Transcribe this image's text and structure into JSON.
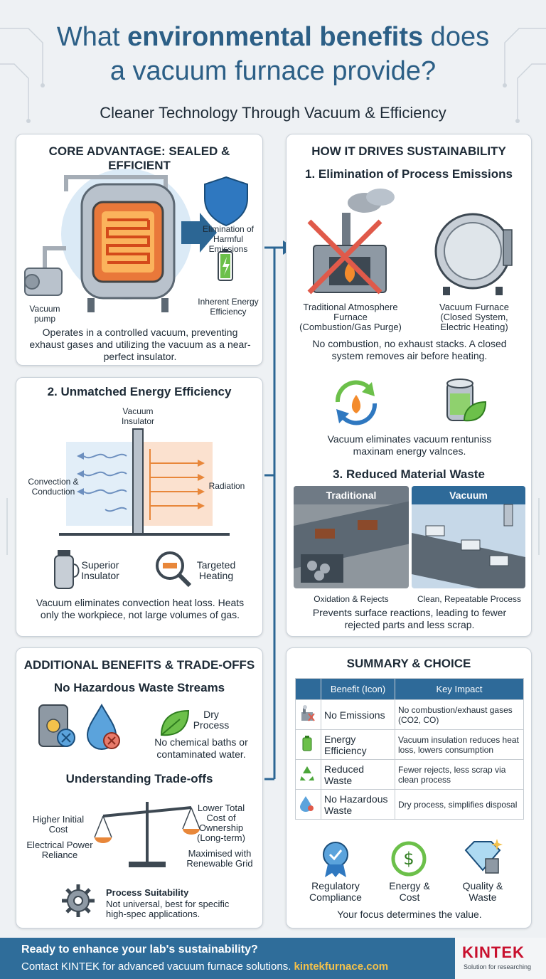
{
  "title": {
    "line1_prefix": "What ",
    "line1_bold": "environmental benefits",
    "line1_suffix": " does",
    "line2": "a vacuum furnace provide?"
  },
  "subtitle": "Cleaner Technology Through Vacuum & Efficiency",
  "core": {
    "title": "CORE ADVANTAGE: SEALED & EFFICIENT",
    "emissions_label": "Elimination of Harmful Emissions",
    "energy_label": "Inherent Energy Efficiency",
    "pump_label": "Vacuum pump",
    "desc": "Operates in a controlled vacuum, preventing exhaust gases and utilizing the vacuum as a near-perfect insulator."
  },
  "energy": {
    "title": "2. Unmatched Energy Efficiency",
    "insulator_label": "Vacuum Insulator",
    "convection_label": "Convection & Conduction",
    "radiation_label": "Radiation",
    "superior_label": "Superior Insulator",
    "targeted_label": "Targeted Heating",
    "desc": "Vacuum eliminates convection heat loss. Heats only the workpiece, not large volumes of gas."
  },
  "additional": {
    "title": "ADDITIONAL BENEFITS & TRADE-OFFS",
    "hazard_title": "No Hazardous Waste Streams",
    "dry_label": "Dry Process",
    "dry_desc": "No chemical baths or contaminated water.",
    "tradeoff_title": "Understanding Trade-offs",
    "higher_cost": "Higher Initial Cost",
    "power_reliance": "Electrical Power Reliance",
    "lower_cost": "Lower Total Cost of Ownership (Long-term)",
    "renewable": "Maximised with Renewable Grid",
    "suitability_title": "Process Suitability",
    "suitability_desc": "Not universal, best for specific high-spec applications."
  },
  "sustain": {
    "title": "HOW IT DRIVES SUSTAINABILITY",
    "s1_title": "1. Elimination of Process Emissions",
    "traditional_label": "Traditional Atmosphere Furnace",
    "traditional_sub": "(Combustion/Gas Purge)",
    "vacuum_label": "Vacuum Furnace",
    "vacuum_sub": "(Closed System, Electric Heating)",
    "s1_desc": "No combustion, no exhaust stacks. A closed system removes air before heating.",
    "energy_desc": "Vacuum eliminates vacuum rentuniss maxinam energy valnces.",
    "s3_title": "3. Reduced Material Waste",
    "panel_traditional": "Traditional",
    "panel_vacuum": "Vacuum",
    "oxidation_label": "Oxidation & Rejects",
    "clean_label": "Clean, Repeatable Process",
    "s3_desc": "Prevents surface reactions, leading to fewer rejected parts and less scrap."
  },
  "summary": {
    "title": "SUMMARY & CHOICE",
    "headers": [
      "Benefit (Icon)",
      "Key Impact"
    ],
    "rows": [
      {
        "benefit": "No Emissions",
        "impact": "No combustion/exhaust gases (CO2, CO)",
        "icon": "factory-icon"
      },
      {
        "benefit": "Energy Efficiency",
        "impact": "Vacuum insulation reduces heat loss, lowers consumption",
        "icon": "battery-icon"
      },
      {
        "benefit": "Reduced Waste",
        "impact": "Fewer rejects, less scrap via clean process",
        "icon": "recycle-icon"
      },
      {
        "benefit": "No Hazardous Waste",
        "impact": "Dry process, simplifies disposal",
        "icon": "droplet-icon"
      }
    ],
    "reg_label": "Regulatory Compliance",
    "cost_label": "Energy & Cost",
    "quality_label": "Quality & Waste",
    "focus": "Your focus determines the value."
  },
  "footer": {
    "line1": "Ready to enhance your lab's sustainability?",
    "line2": "Contact KINTEK for advanced vacuum furnace solutions. ",
    "link": "kintekfurnace.com",
    "brand": "KINTEK",
    "tagline": "Solution for researching"
  },
  "colors": {
    "title_blue": "#2c5f86",
    "accent_orange": "#e8873a",
    "footer_blue": "#2f6d9a",
    "link_yellow": "#f3c14b",
    "brand_red": "#c8102e"
  }
}
